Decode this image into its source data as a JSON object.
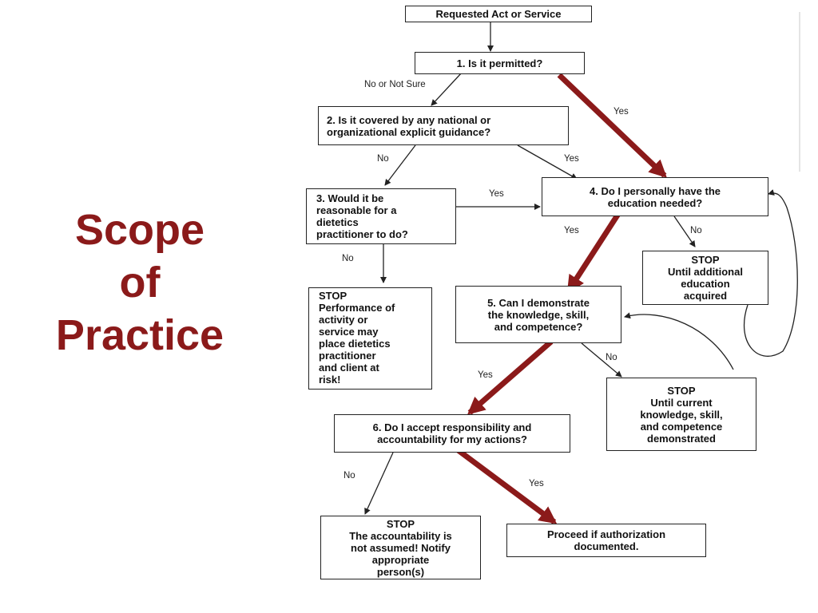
{
  "title": {
    "line1": "Scope",
    "line2": "of",
    "line3": "Practice"
  },
  "nodes": {
    "requested": "Requested Act or Service",
    "q1": "1.  Is it permitted?",
    "q2": "2.  Is it covered by any national or\norganizational explicit guidance?",
    "q3": "3.  Would it be\nreasonable for a\ndietetics\npractitioner to do?",
    "q4": "4.  Do I personally have the\neducation needed?",
    "q5": "5.  Can I demonstrate\nthe knowledge, skill,\nand competence?",
    "q6": "6.  Do I accept responsibility and\naccountability for my actions?",
    "stop3": "STOP\nPerformance of\nactivity or\nservice may\nplace dietetics\npractitioner\nand client at\nrisk!",
    "stop4": "STOP\nUntil additional\neducation\nacquired",
    "stop5": "STOP\nUntil current\nknowledge, skill,\nand competence\ndemonstrated",
    "stop6": "STOP\nThe accountability is\nnot assumed! Notify\nappropriate\nperson(s)",
    "proceed": "Proceed if authorization\ndocumented."
  },
  "labels": {
    "q1_no": "No or Not Sure",
    "q1_yes": "Yes",
    "q2_no": "No",
    "q2_yes": "Yes",
    "q3_yes": "Yes",
    "q3_no": "No",
    "q4_yes": "Yes",
    "q4_no": "No",
    "q5_yes": "Yes",
    "q5_no": "No",
    "q6_no": "No",
    "q6_yes": "Yes"
  },
  "colors": {
    "title": "#8b1a1a",
    "highlight_arrow": "#8b1a1a",
    "line": "#222222"
  }
}
